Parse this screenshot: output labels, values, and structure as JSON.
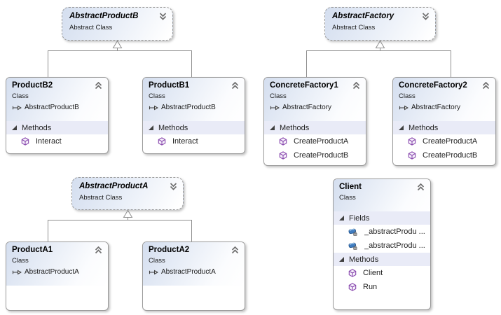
{
  "labels": {
    "fields": "Fields",
    "methods": "Methods"
  },
  "nodes": {
    "abstractProductB": {
      "title": "AbstractProductB",
      "kind": "Abstract Class"
    },
    "abstractFactory": {
      "title": "AbstractFactory",
      "kind": "Abstract Class"
    },
    "abstractProductA": {
      "title": "AbstractProductA",
      "kind": "Abstract Class"
    },
    "productB2": {
      "title": "ProductB2",
      "kind": "Class",
      "base": "AbstractProductB",
      "methods": [
        "Interact"
      ]
    },
    "productB1": {
      "title": "ProductB1",
      "kind": "Class",
      "base": "AbstractProductB",
      "methods": [
        "Interact"
      ]
    },
    "concreteFactory1": {
      "title": "ConcreteFactory1",
      "kind": "Class",
      "base": "AbstractFactory",
      "methods": [
        "CreateProductA",
        "CreateProductB"
      ]
    },
    "concreteFactory2": {
      "title": "ConcreteFactory2",
      "kind": "Class",
      "base": "AbstractFactory",
      "methods": [
        "CreateProductA",
        "CreateProductB"
      ]
    },
    "productA1": {
      "title": "ProductA1",
      "kind": "Class",
      "base": "AbstractProductA",
      "methods": []
    },
    "productA2": {
      "title": "ProductA2",
      "kind": "Class",
      "base": "AbstractProductA",
      "methods": []
    },
    "client": {
      "title": "Client",
      "kind": "Class",
      "fields": [
        "_abstractProdu ...",
        "_abstractProdu ..."
      ],
      "methods": [
        "Client",
        "Run"
      ]
    }
  },
  "relationships": [
    {
      "from": "ProductB2",
      "to": "AbstractProductB",
      "type": "inheritance"
    },
    {
      "from": "ProductB1",
      "to": "AbstractProductB",
      "type": "inheritance"
    },
    {
      "from": "ConcreteFactory1",
      "to": "AbstractFactory",
      "type": "inheritance"
    },
    {
      "from": "ConcreteFactory2",
      "to": "AbstractFactory",
      "type": "inheritance"
    },
    {
      "from": "ProductA1",
      "to": "AbstractProductA",
      "type": "inheritance"
    },
    {
      "from": "ProductA2",
      "to": "AbstractProductA",
      "type": "inheritance"
    }
  ],
  "colors": {
    "header_gradient_start": "#d4deef",
    "section_band": "#e9ebf7",
    "node_border": "#9b9b9b",
    "connector": "#8f8f8f",
    "method_icon": "#8747ad",
    "field_icon_blue": "#2e6da4",
    "lock_gray": "#9e9e9e"
  }
}
